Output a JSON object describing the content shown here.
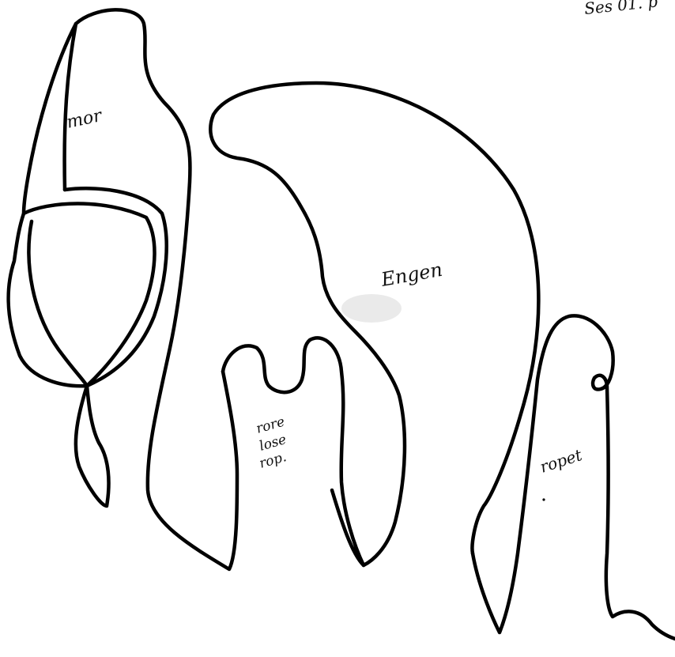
{
  "annotations": {
    "top_right": "Ses 01. p",
    "mor": "mor",
    "engen": "Engen",
    "middle_line1": "rore",
    "middle_line2": "lose",
    "middle_line3": "rop.",
    "ropet": "ropet"
  },
  "colors": {
    "ink": "#000000",
    "paper": "#ffffff"
  }
}
